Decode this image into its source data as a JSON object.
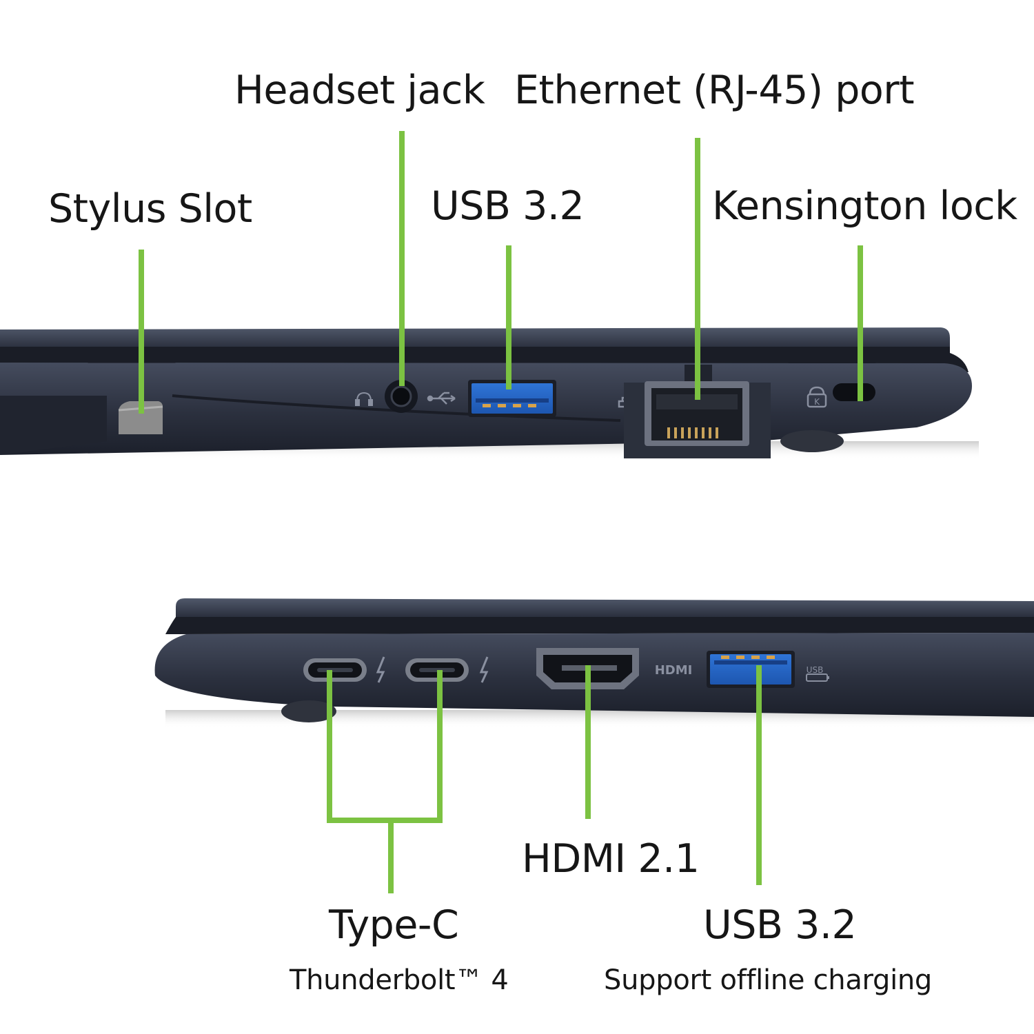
{
  "accent_color": "#7cc242",
  "chassis_color": "#2b2f3d",
  "top_view": {
    "labels": {
      "headset_jack": "Headset jack",
      "ethernet_port": "Ethernet (RJ-45) port",
      "stylus_slot": "Stylus Slot",
      "usb_32": "USB 3.2",
      "kensington_lock": "Kensington lock"
    },
    "icons": [
      "headset-icon",
      "usb-icon",
      "network-icon",
      "kensington-lock-icon"
    ]
  },
  "bottom_view": {
    "labels": {
      "type_c": "Type-C",
      "type_c_sub": "Thunderbolt™ 4",
      "hdmi": "HDMI 2.1",
      "usb_32": "USB 3.2",
      "usb_32_sub": "Support offline charging"
    },
    "icons": [
      "thunderbolt-icon",
      "thunderbolt-icon",
      "hdmi-logo-icon",
      "usb-charge-icon"
    ],
    "port_marks": {
      "hdmi_logo": "HDMI",
      "usb_charge_mark": "USB"
    }
  }
}
